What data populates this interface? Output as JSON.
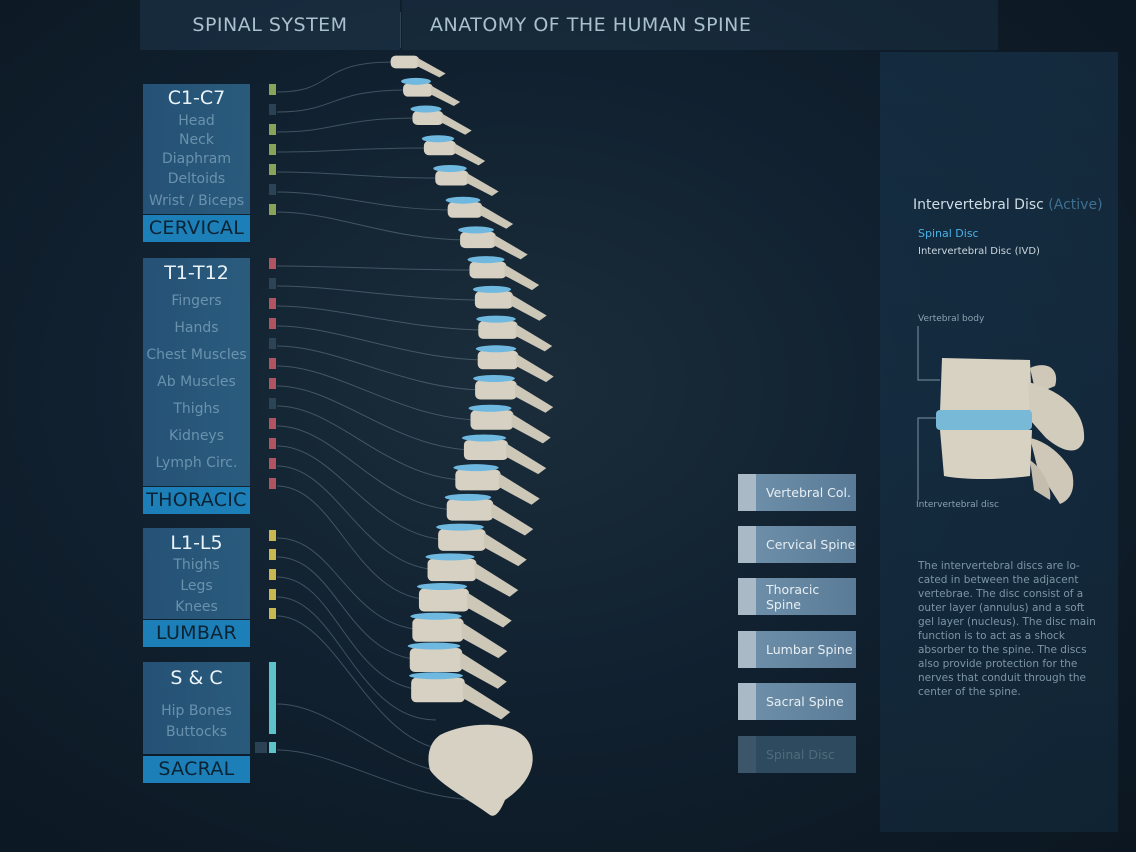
{
  "header": {
    "left_title": "SPINAL SYSTEM",
    "right_title": "ANATOMY OF THE HUMAN SPINE"
  },
  "regions": [
    {
      "range": "C1-C7",
      "items": [
        "Head",
        "Neck",
        "Diaphram",
        "Deltoids",
        "Wrist / Biceps"
      ],
      "name": "CERVICAL",
      "marker_color": "#8aa35a"
    },
    {
      "range": "T1-T12",
      "items": [
        "Fingers",
        "Hands",
        "Chest Muscles",
        "Ab Muscles",
        "Thighs",
        "Kidneys",
        "Lymph Circ."
      ],
      "name": "THORACIC",
      "marker_color": "#b05560"
    },
    {
      "range": "L1-L5",
      "items": [
        "Thighs",
        "Legs",
        "Knees"
      ],
      "name": "LUMBAR",
      "marker_color": "#c9b74f"
    },
    {
      "range": "S & C",
      "items": [
        "Hip Bones",
        "Buttocks"
      ],
      "name": "SACRAL",
      "marker_color": "#5cc3c8"
    }
  ],
  "nav": [
    {
      "label": "Vertebral Col.",
      "state": "normal"
    },
    {
      "label": "Cervical Spine",
      "state": "normal"
    },
    {
      "label": "Thoracic Spine",
      "state": "normal"
    },
    {
      "label": "Lumbar Spine",
      "state": "normal"
    },
    {
      "label": "Sacral Spine",
      "state": "normal"
    },
    {
      "label": "Spinal Disc",
      "state": "disabled"
    }
  ],
  "panel": {
    "title": "Intervertebral Disc",
    "status": "(Active)",
    "subtitle": "Spinal Disc",
    "subtitle2": "Intervertebral Disc (IVD)",
    "label_top": "Vertebral body",
    "label_bottom": "Intervertebral  disc",
    "description": "The intervertebral discs are lo-cated in between the adjacent vertebrae. The disc consist of a outer layer (annulus) and a soft gel layer (nucleus). The disc main function is to act as a shock absorber to the spine. The discs also provide protection for the nerves that conduit  through the center of the spine."
  },
  "colors": {
    "accent_blue": "#1c7fb8",
    "disc_blue": "#6fb9e0",
    "bone": "#d6d1c2"
  }
}
